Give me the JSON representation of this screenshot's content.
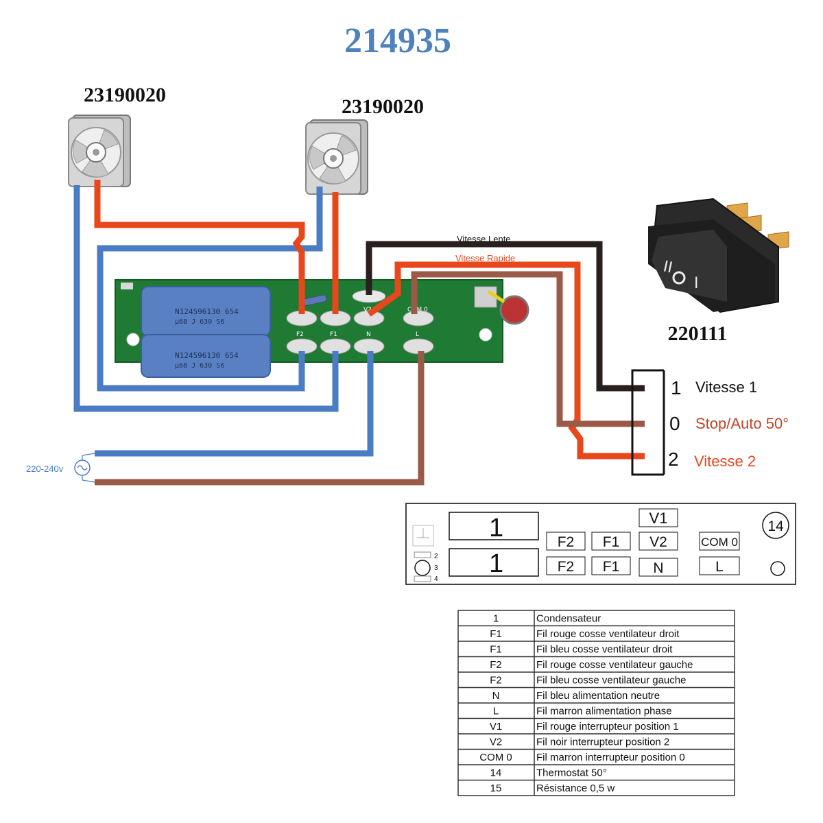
{
  "title": "214935",
  "fan_left": {
    "part": "23190020"
  },
  "fan_right": {
    "part": "23190020"
  },
  "switch": {
    "part": "220111"
  },
  "wire_labels": {
    "slow": "Vitesse Lente",
    "fast": "Vitesse Rapide"
  },
  "power": {
    "label": "220-240v"
  },
  "switch_positions": [
    {
      "num": "1",
      "label": "Vitesse 1",
      "color": "#000000"
    },
    {
      "num": "0",
      "label": "Stop/Auto 50°",
      "color": "#c0452a"
    },
    {
      "num": "2",
      "label": "Vitesse 2",
      "color": "#e8471c"
    }
  ],
  "pcb": {
    "terminals_top": [
      "F",
      "V2",
      "COM 0"
    ],
    "terminals_bottom": [
      "F2",
      "F1",
      "N",
      "L"
    ],
    "capacitor_1": "N124596130 654",
    "capacitor_1_sub": "µ68 J 630 S6",
    "capacitor_2": "N124596130 654",
    "capacitor_2_sub": "µ68 J 630 S6"
  },
  "layout_box": {
    "cap1": "1",
    "cap2": "1",
    "small_nums": [
      "2",
      "3",
      "4"
    ],
    "row_top": [
      "V1"
    ],
    "row_mid": [
      "F2",
      "F1",
      "V2",
      "COM 0"
    ],
    "row_bot": [
      "F2",
      "F1",
      "N",
      "L"
    ],
    "thermostat": "14"
  },
  "legend": {
    "rows": [
      [
        "1",
        "Condensateur"
      ],
      [
        "F1",
        "Fil rouge cosse ventilateur droit"
      ],
      [
        "F1",
        "Fil bleu cosse ventilateur droit"
      ],
      [
        "F2",
        "Fil rouge cosse ventilateur gauche"
      ],
      [
        "F2",
        "Fil bleu cosse ventilateur gauche"
      ],
      [
        "N",
        "Fil bleu alimentation neutre"
      ],
      [
        "L",
        "Fil marron alimentation phase"
      ],
      [
        "V1",
        "Fil rouge interrupteur position 1"
      ],
      [
        "V2",
        "Fil noir interrupteur position 2"
      ],
      [
        "COM 0",
        "Fil marron interrupteur position 0"
      ],
      [
        "14",
        "Thermostat 50°"
      ],
      [
        "15",
        "Résistance 0,5 w"
      ]
    ]
  }
}
